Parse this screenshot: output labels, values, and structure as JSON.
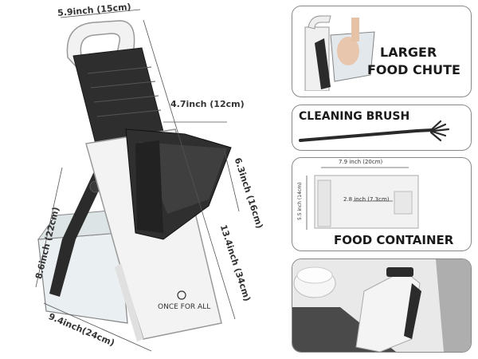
{
  "dimensions": {
    "width_top": "5.9inch (15cm)",
    "chute_width": "4.7inch (12cm)",
    "chute_height": "6.3inch (16cm)",
    "leg_height": "8.6inch (22cm)",
    "total_height": "13.4inch (34cm)",
    "depth": "9.4inch(24cm)"
  },
  "brand": {
    "logo_text": "ONCE FOR ALL"
  },
  "panels": {
    "chute": {
      "title_line1": "LARGER",
      "title_line2": "FOOD CHUTE"
    },
    "brush": {
      "title": "CLEANING BRUSH"
    },
    "container": {
      "title": "FOOD CONTAINER",
      "width_label": "7.9 inch (20cm)",
      "height_label": "5.5 inch (14cm)",
      "depth_label": "2.8 inch (7.3cm)"
    }
  },
  "colors": {
    "body": "#f2f2f2",
    "dark": "#2b2b2b",
    "outline": "#888888"
  }
}
